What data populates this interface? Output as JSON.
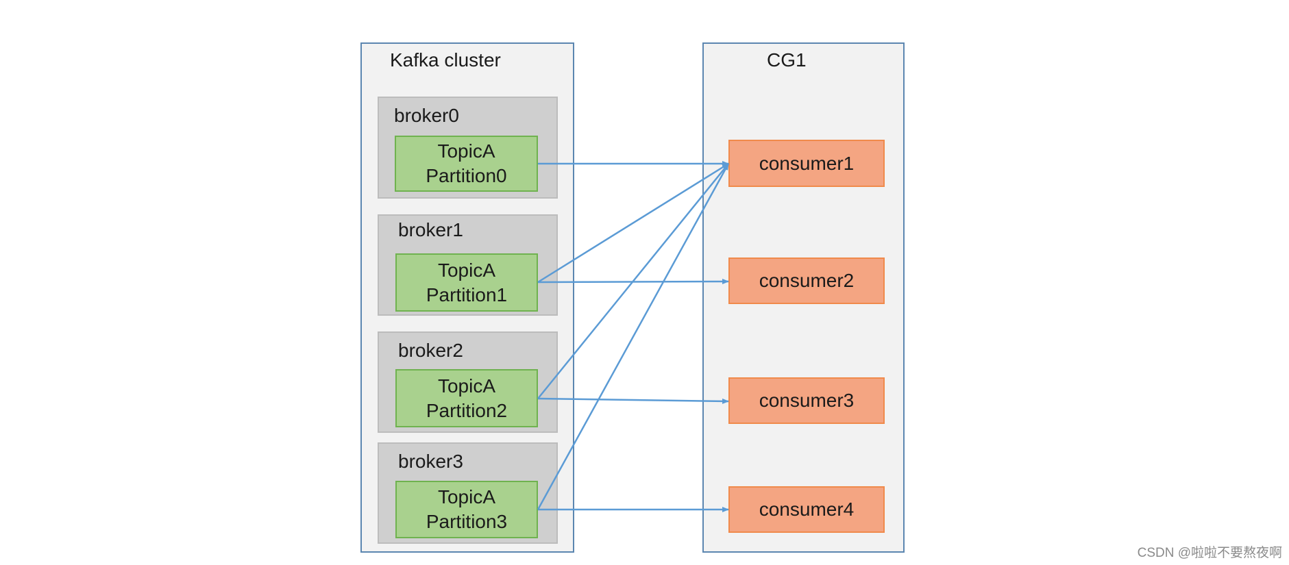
{
  "cluster": {
    "title": "Kafka cluster",
    "brokers": [
      {
        "name": "broker0",
        "topic": "TopicA",
        "partition": "Partition0"
      },
      {
        "name": "broker1",
        "topic": "TopicA",
        "partition": "Partition1"
      },
      {
        "name": "broker2",
        "topic": "TopicA",
        "partition": "Partition2"
      },
      {
        "name": "broker3",
        "topic": "TopicA",
        "partition": "Partition3"
      }
    ]
  },
  "group": {
    "title": "CG1",
    "consumers": [
      "consumer1",
      "consumer2",
      "consumer3",
      "consumer4"
    ]
  },
  "edges": [
    {
      "from": "Partition0",
      "to": "consumer1"
    },
    {
      "from": "Partition1",
      "to": "consumer1"
    },
    {
      "from": "Partition1",
      "to": "consumer2"
    },
    {
      "from": "Partition2",
      "to": "consumer1"
    },
    {
      "from": "Partition2",
      "to": "consumer3"
    },
    {
      "from": "Partition3",
      "to": "consumer1"
    },
    {
      "from": "Partition3",
      "to": "consumer4"
    }
  ],
  "colors": {
    "arrow": "#5b9bd5",
    "partition_fill": "#a9d18e",
    "consumer_fill": "#f4a582",
    "broker_fill": "#cfcfcf",
    "panel_fill": "#f2f2f2",
    "panel_border": "#5b86b0"
  },
  "watermark": "CSDN @啦啦不要熬夜啊"
}
